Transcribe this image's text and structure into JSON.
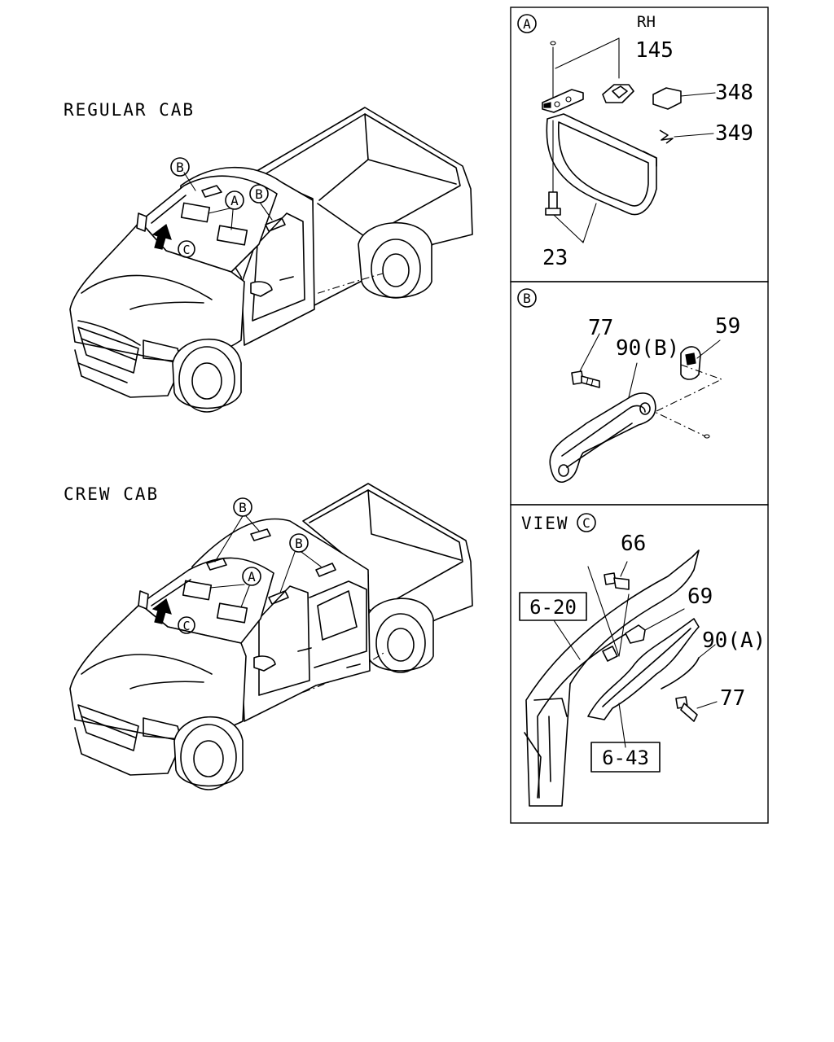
{
  "vehicles": {
    "regular_cab_title": "REGULAR CAB",
    "crew_cab_title": "CREW CAB"
  },
  "callouts": {
    "a": "A",
    "b": "B",
    "c": "C"
  },
  "panel_a": {
    "letter": "A",
    "side": "RH",
    "parts": {
      "p145": "145",
      "p348": "348",
      "p349": "349",
      "p23": "23"
    }
  },
  "panel_b": {
    "letter": "B",
    "parts": {
      "p77": "77",
      "p90b": "90(B)",
      "p59": "59"
    }
  },
  "panel_c": {
    "view_label": "VIEW",
    "letter": "C",
    "parts": {
      "p66": "66",
      "p69": "69",
      "p90a": "90(A)",
      "p77": "77"
    },
    "refs": {
      "r620": "6-20",
      "r643": "6-43"
    }
  }
}
